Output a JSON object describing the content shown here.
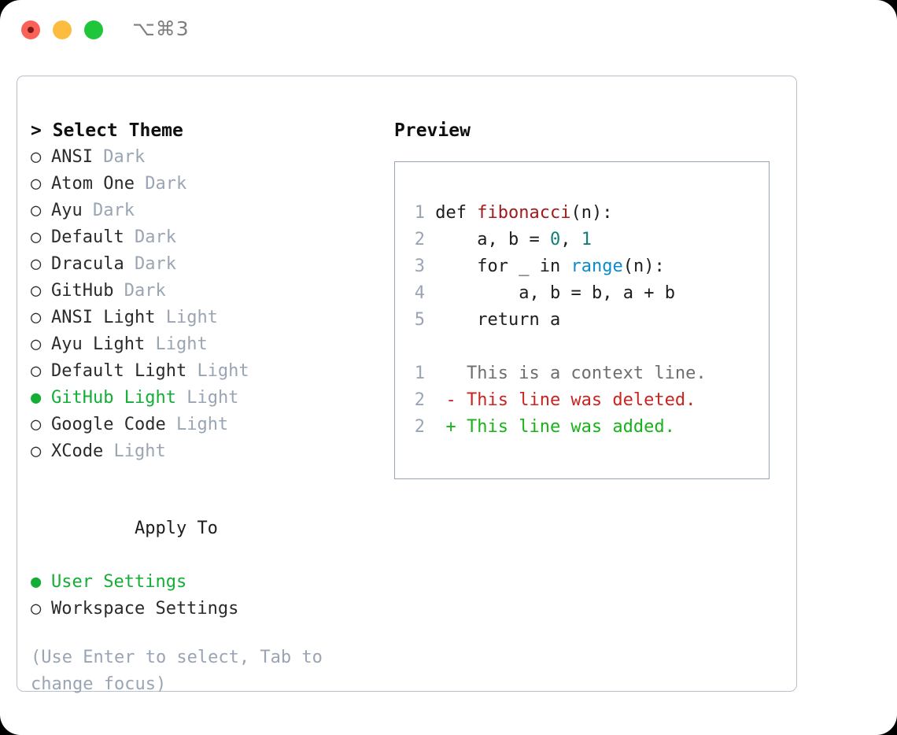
{
  "titlebar": {
    "shortcut": "⌥⌘3",
    "buttons": {
      "close": "close",
      "minimize": "minimize",
      "zoom": "zoom"
    },
    "colors": {
      "close": "#fa6159",
      "minimize": "#fcbc40",
      "zoom": "#1fc63c"
    }
  },
  "theme_picker": {
    "header": "> Select Theme",
    "markers": {
      "selected": "●",
      "unselected": "○"
    },
    "selected_color": "#14ad36",
    "category_color": "#9aa5b4",
    "items": [
      {
        "marker": "○",
        "label": "ANSI",
        "category": "Dark",
        "selected": false
      },
      {
        "marker": "○",
        "label": "Atom One",
        "category": "Dark",
        "selected": false
      },
      {
        "marker": "○",
        "label": "Ayu",
        "category": "Dark",
        "selected": false
      },
      {
        "marker": "○",
        "label": "Default",
        "category": "Dark",
        "selected": false
      },
      {
        "marker": "○",
        "label": "Dracula",
        "category": "Dark",
        "selected": false
      },
      {
        "marker": "○",
        "label": "GitHub",
        "category": "Dark",
        "selected": false
      },
      {
        "marker": "○",
        "label": "ANSI Light",
        "category": "Light",
        "selected": false
      },
      {
        "marker": "○",
        "label": "Ayu Light",
        "category": "Light",
        "selected": false
      },
      {
        "marker": "○",
        "label": "Default Light",
        "category": "Light",
        "selected": false
      },
      {
        "marker": "●",
        "label": "GitHub Light",
        "category": "Light",
        "selected": true
      },
      {
        "marker": "○",
        "label": "Google Code",
        "category": "Light",
        "selected": false
      },
      {
        "marker": "○",
        "label": "XCode",
        "category": "Light",
        "selected": false
      }
    ]
  },
  "apply_to": {
    "header": "Apply To",
    "items": [
      {
        "marker": "●",
        "label": "User Settings",
        "selected": true
      },
      {
        "marker": "○",
        "label": "Workspace Settings",
        "selected": false
      }
    ]
  },
  "hint": "(Use Enter to select, Tab to change focus)",
  "preview": {
    "title": "Preview",
    "code_lines": [
      {
        "num": "1",
        "text": "def fibonacci(n):"
      },
      {
        "num": "2",
        "text": "    a, b = 0, 1"
      },
      {
        "num": "3",
        "text": "    for _ in range(n):"
      },
      {
        "num": "4",
        "text": "        a, b = b, a + b"
      },
      {
        "num": "5",
        "text": "    return a"
      }
    ],
    "diff_lines": [
      {
        "num": "1",
        "sign": " ",
        "text": "This is a context line.",
        "kind": "context"
      },
      {
        "num": "2",
        "sign": "-",
        "text": "This line was deleted.",
        "kind": "deleted"
      },
      {
        "num": "2",
        "sign": "+",
        "text": "This line was added.",
        "kind": "added"
      }
    ],
    "syntax_colors": {
      "keyword": "#1d1d1d",
      "function": "#a01b1b",
      "number": "#0d8077",
      "builtin": "#0b8ccc",
      "line_number": "#9aa5b4",
      "diff_context": "#6e6e6e",
      "diff_deleted": "#c9241f",
      "diff_added": "#18b318"
    }
  }
}
